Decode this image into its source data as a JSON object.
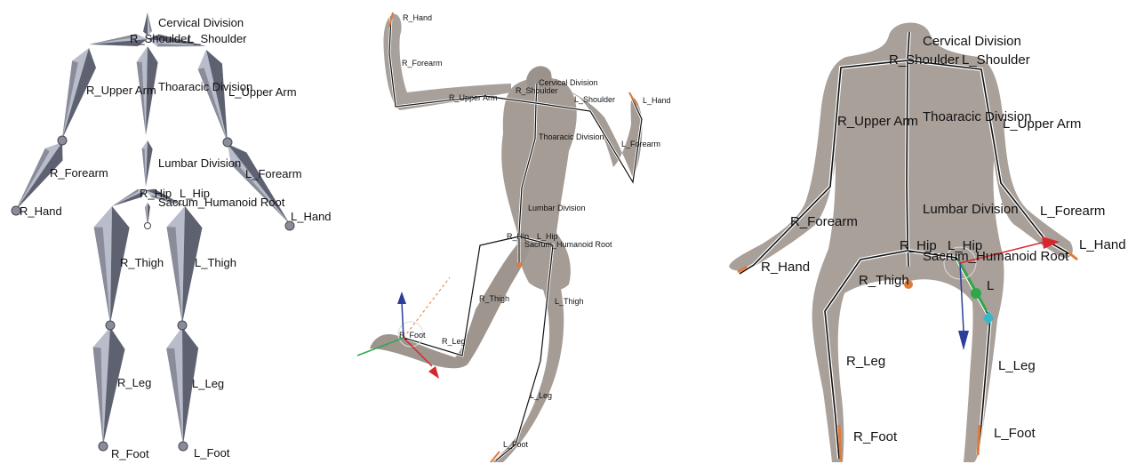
{
  "colors": {
    "bone_fill": "#8a8d99",
    "bone_shade": "#5e6170",
    "bone_light": "#b8bccb",
    "body_skin": "#a59c95",
    "body_shadow": "#857b74",
    "rig_line": "#111111",
    "rig_outline": "#ffffff",
    "accent_orange": "#e07b39",
    "accent_red": "#d8262f",
    "accent_blue": "#2c3e9a",
    "accent_green": "#2fa84a",
    "accent_cyan": "#35b8c9"
  },
  "panels": {
    "left": {
      "labels": {
        "cervical": "Cervical Division",
        "r_shoulder": "R_Shoulder",
        "l_shoulder": "L_Shoulder",
        "r_upper_arm": "R_Upper Arm",
        "thoracic": "Thoaracic Division",
        "l_upper_arm": "L_Upper Arm",
        "lumbar": "Lumbar Division",
        "r_forearm": "R_Forearm",
        "l_forearm": "L_Forearm",
        "r_hip": "R_Hip",
        "l_hip": "L_Hip",
        "sacrum": "Sacrum_Humanoid Root",
        "r_hand": "R_Hand",
        "l_hand": "L_Hand",
        "r_thigh": "R_Thigh",
        "l_thigh": "L_Thigh",
        "r_leg": "R_Leg",
        "l_leg": "L_Leg",
        "r_foot": "R_Foot",
        "l_foot": "L_Foot"
      }
    },
    "middle": {
      "labels": {
        "r_hand": "R_Hand",
        "r_forearm": "R_Forearm",
        "cervical": "Cervical Division",
        "r_upper_arm": "R_Upper Arm",
        "r_shoulder": "R_Shoulder",
        "l_shoulder": "L_Shoulder",
        "l_hand": "L_Hand",
        "thoracic": "Thoaracic Division",
        "l_forearm": "L_Forearm",
        "lumbar": "Lumbar Division",
        "r_hip": "R_Hip",
        "l_hip": "L_Hip",
        "sacrum": "Sacrum_Humanoid Root",
        "r_thigh": "R_Thigh",
        "l_thigh": "L_Thigh",
        "r_foot": "R_Foot",
        "r_leg": "R_Leg",
        "l_leg": "L_Leg",
        "l_foot": "L_Foot"
      }
    },
    "right": {
      "labels": {
        "cervical": "Cervical Division",
        "r_shoulder": "R_Shoulder",
        "l_shoulder": "L_Shoulder",
        "r_upper_arm": "R_Upper Arm",
        "thoracic": "Thoaracic Division",
        "l_upper_arm": "L_Upper Arm",
        "r_forearm": "R_Forearm",
        "lumbar": "Lumbar Division",
        "l_forearm": "L_Forearm",
        "r_hip": "R_Hip",
        "l_hip": "L_Hip",
        "sacrum": "Sacrum_Humanoid Root",
        "l_hand": "L_Hand",
        "r_hand": "R_Hand",
        "r_thigh": "R_Thigh",
        "l_short": "L",
        "r_leg": "R_Leg",
        "l_leg": "L_Leg",
        "r_foot": "R_Foot",
        "l_foot": "L_Foot"
      }
    }
  }
}
